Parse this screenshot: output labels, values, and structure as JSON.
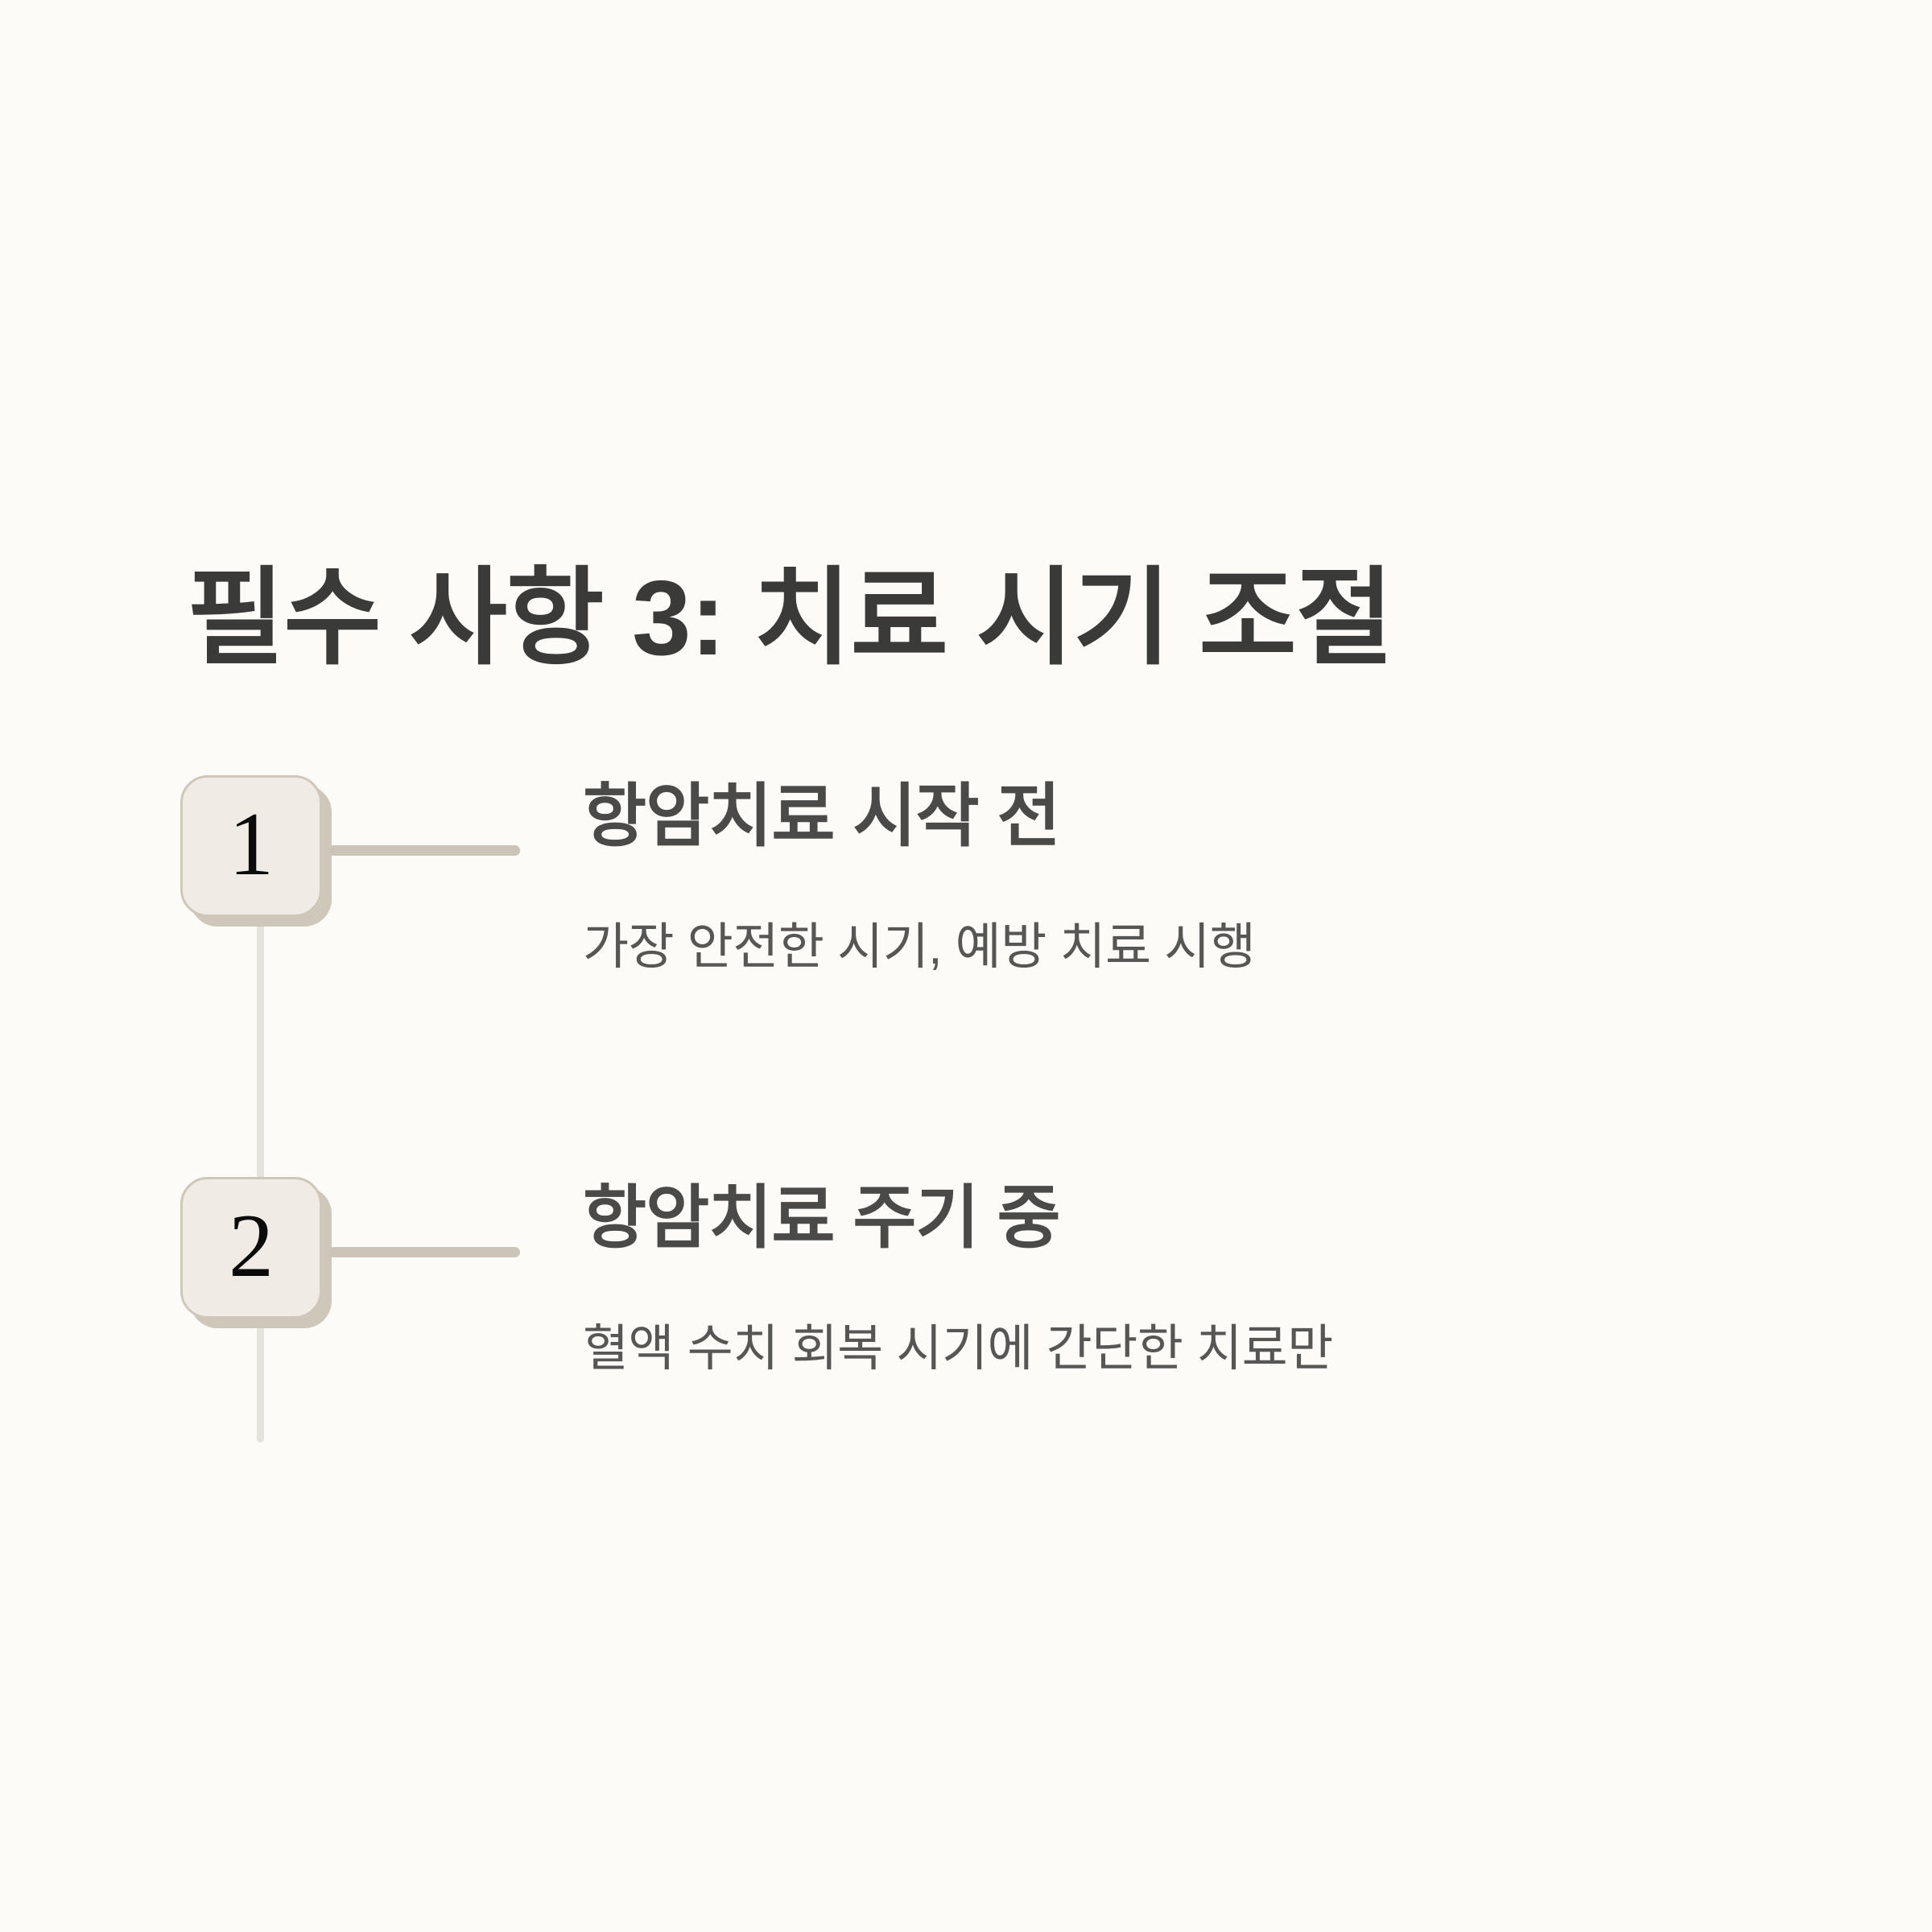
{
  "theme": {
    "background": "#FCFBF7",
    "title_color": "#3A3A38",
    "heading_color": "#4A4A48",
    "description_color": "#565654",
    "badge_fill": "#F0ECE5",
    "badge_border": "#CFC7BA",
    "badge_number_color": "#0B0B0B",
    "connector_color": "#CCC4B8",
    "rail_color": "#E6E3DC"
  },
  "header": {
    "title": "필수 사항 3: 치료 시기 조절"
  },
  "timeline": {
    "items": [
      {
        "number": "1",
        "heading": "항암치료 시작 전",
        "description": "가장 안전한 시기, 예방 치료 시행"
      },
      {
        "number": "2",
        "heading": "항암치료 주기 중",
        "description": "혈액 수치 회복 시기에 간단한 치료만"
      }
    ]
  }
}
